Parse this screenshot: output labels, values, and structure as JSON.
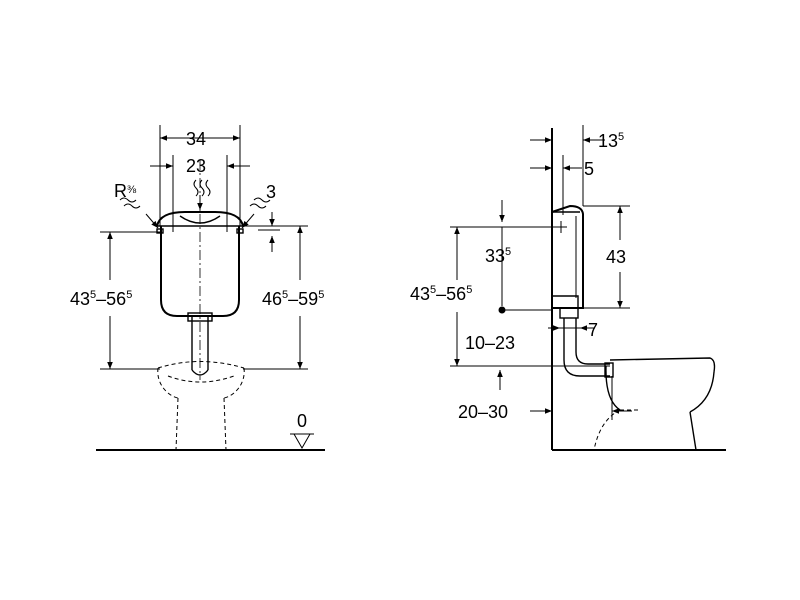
{
  "front_view": {
    "width_outer": {
      "main": "34",
      "sup": ""
    },
    "width_inner": {
      "main": "23",
      "sup": ""
    },
    "connection": {
      "main": "R",
      "sup": "⅜"
    },
    "lid_offset": {
      "main": "3",
      "sup": ""
    },
    "height_left": {
      "a": "43",
      "a_sup": "5",
      "b": "56",
      "b_sup": "5"
    },
    "height_right": {
      "a": "46",
      "a_sup": "5",
      "b": "59",
      "b_sup": "5"
    },
    "floor_level": "0"
  },
  "side_view": {
    "top_offset": {
      "main": "13",
      "sup": "5"
    },
    "wall_gap": {
      "main": "5",
      "sup": ""
    },
    "tank_height": {
      "main": "43",
      "sup": ""
    },
    "inlet_height": {
      "main": "33",
      "sup": "5"
    },
    "total_height": {
      "a": "43",
      "a_sup": "5",
      "b": "56",
      "b_sup": "5"
    },
    "pipe_offset": {
      "main": "7",
      "sup": ""
    },
    "adjust_range": "10–23",
    "wall_distance": "20–30"
  }
}
